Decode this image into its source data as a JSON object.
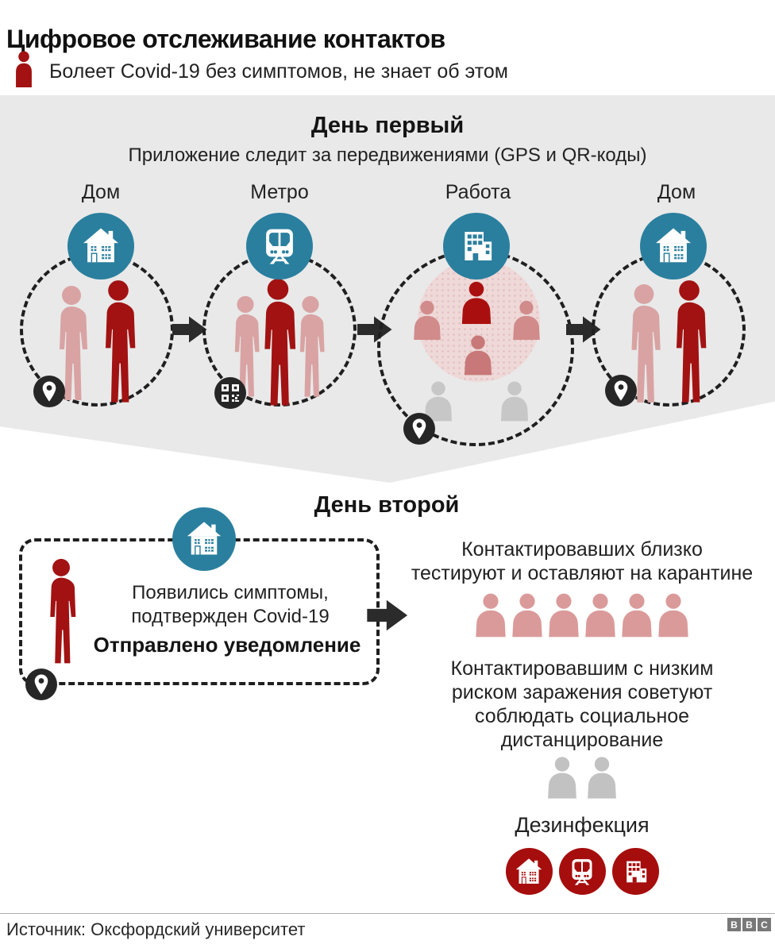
{
  "title": "Цифровое отслеживание контактов",
  "legend": {
    "label": "Болеет Covid-19 без симптомов, не знает об этом"
  },
  "day1": {
    "heading": "День первый",
    "subtitle": "Приложение следит за передвижениями (GPS и QR-коды)",
    "locations": [
      {
        "label": "Дом",
        "icon": "house-icon"
      },
      {
        "label": "Метро",
        "icon": "train-icon"
      },
      {
        "label": "Работа",
        "icon": "office-icon"
      },
      {
        "label": "Дом",
        "icon": "house-icon"
      }
    ]
  },
  "day2": {
    "heading": "День второй",
    "case_box": {
      "symptoms_line1": "Появились симптомы,",
      "symptoms_line2": "подтвержден Covid-19",
      "notification": "Отправлено уведомление"
    },
    "close_contacts": {
      "line1": "Контактировавших близко",
      "line2": "тестируют и оставляют на карантине",
      "people_count": 6
    },
    "low_risk": {
      "line1": "Контактировавшим с низким",
      "line2": "риском заражения советуют",
      "line3": "соблюдать социальное",
      "line4": "дистанцирование",
      "people_count": 2
    },
    "disinfection": {
      "heading": "Дезинфекция",
      "icons": [
        "house-icon",
        "train-icon",
        "office-icon"
      ]
    }
  },
  "footer": {
    "source": "Источник: Оксфордский университет",
    "logo_letters": [
      "B",
      "B",
      "C"
    ]
  },
  "colors": {
    "infected_red": "#a21212",
    "close_contact_pink": "#d9a3a3",
    "quarantine_pink": "#db9a9a",
    "low_risk_gray": "#c2c2c2",
    "badge_blue": "#2a7f9e",
    "disinfection_red": "#a60d0d",
    "band_gray": "#e9e9e9",
    "pin_black": "#262626"
  }
}
